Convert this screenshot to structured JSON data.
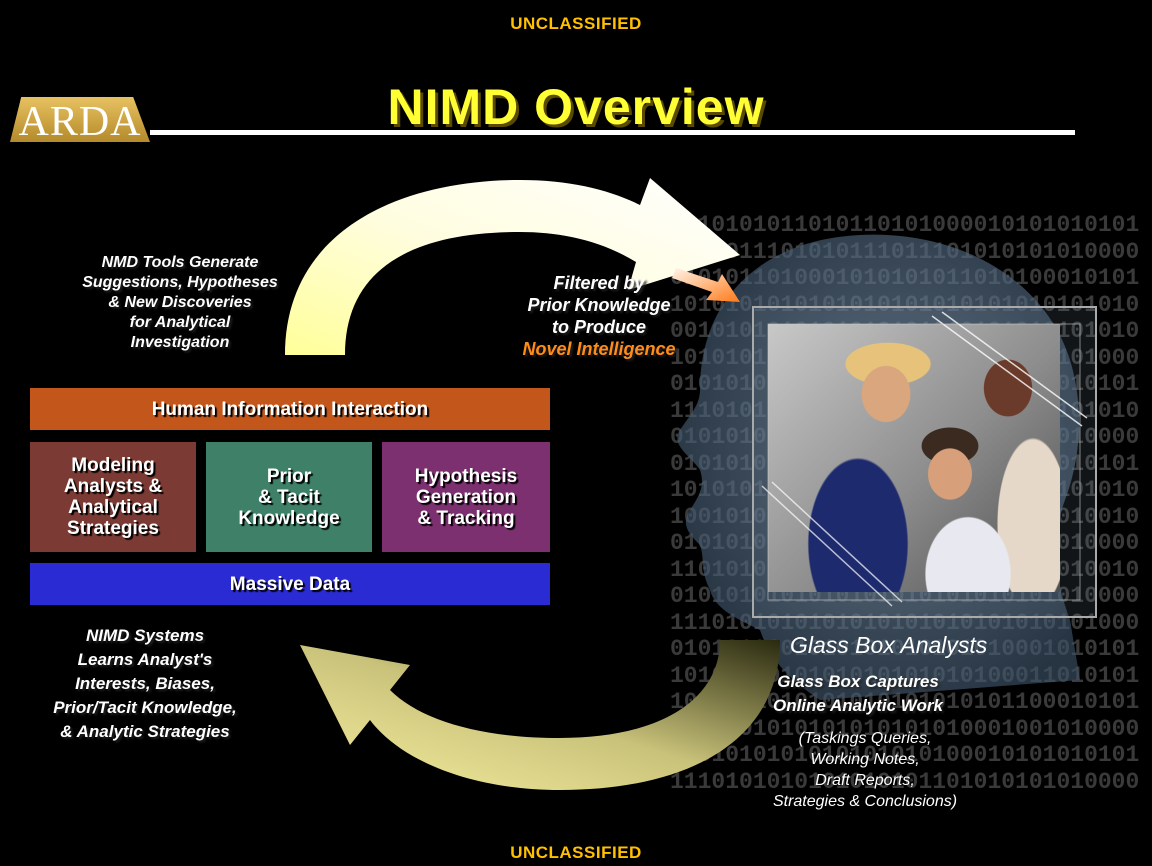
{
  "header": {
    "classification_top": "UNCLASSIFIED",
    "title": "NIMD Overview",
    "logo_text": "ARDA"
  },
  "notes": {
    "tools_generate": [
      "NMD Tools Generate",
      "Suggestions, Hypotheses",
      "& New Discoveries",
      "for Analytical",
      "Investigation"
    ],
    "filtered": [
      "Filtered by",
      "Prior Knowledge",
      "to Produce"
    ],
    "novel": "Novel Intelligence",
    "systems_learn": [
      "NIMD Systems",
      "Learns Analyst's",
      "Interests, Biases,",
      "Prior/Tacit Knowledge,",
      "& Analytic Strategies"
    ]
  },
  "boxes": {
    "hii": "Human Information Interaction",
    "modeling": [
      "Modeling",
      "Analysts &",
      "Analytical",
      "Strategies"
    ],
    "prior": [
      "Prior",
      "& Tacit",
      "Knowledge"
    ],
    "hypothesis": [
      "Hypothesis",
      "Generation",
      "& Tracking"
    ],
    "massive": "Massive Data"
  },
  "glass_box": {
    "title": "Glass Box Analysts",
    "captures": [
      "Glass Box Captures",
      "Online Analytic Work"
    ],
    "details": [
      "(Taskings Queries,",
      "Working Notes,",
      "Draft Reports,",
      "Strategies & Conclusions)"
    ]
  },
  "binary_lines": [
    "1010101011010110101000010101010101",
    "0101011101010111011101010101010000",
    "0101011010001010101011010100010101",
    "1010101010101010101010101010101010",
    "0010101010101010101010101010101010",
    "1010101010101010101010101010101000",
    "0101010101010101010101010101010101",
    "1110101010101010101010101010101010",
    "0101010101010101010101010101010000",
    "0101010101010101010101010101010101",
    "1010101010101010101010101010101010",
    "1001010101010101010101010101010010",
    "0101010101010101010101010101010000",
    "1101010101010101010101010101010010",
    "0101010101010101010101010101010000",
    "1110101010101010101010101010101000",
    "0101010101010101010101010001010101",
    "1010101010101010101010100011010101",
    "1010101010101010101010101100010101",
    "1010101010101010101010001001010000",
    "0101010101010101010100010101010101",
    "1110101010101010101101010101010000"
  ],
  "footer": {
    "classification_bottom": "UNCLASSIFIED"
  },
  "colors": {
    "classification": "#ffc000",
    "title": "#ffff33",
    "novel_intelligence": "#ff8c1a",
    "hii": "#c3561b",
    "modeling": "#7b3b34",
    "prior": "#3f8168",
    "hypothesis": "#7d306f",
    "massive": "#2b2bd3"
  }
}
